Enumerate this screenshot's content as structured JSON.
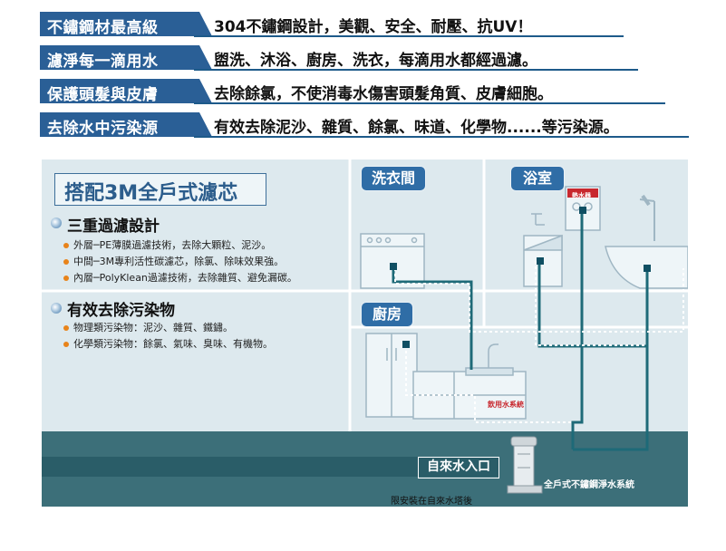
{
  "features": [
    {
      "tag": "不鏽鋼材最高級",
      "text": "304不鏽鋼設計，美觀、安全、耐壓、抗UV！"
    },
    {
      "tag": "濾淨每一滴用水",
      "text": "盥洗、沐浴、廚房、洗衣，每滴用水都經過濾。"
    },
    {
      "tag": "保護頭髮與皮膚",
      "text": "去除餘氯，不使消毒水傷害頭髮角質、皮膚細胞。"
    },
    {
      "tag": "去除水中污染源",
      "text": "有效去除泥沙、雜質、餘氯、味道、化學物......等污染源。"
    }
  ],
  "diagram": {
    "title": "搭配3M全戶式濾芯",
    "sections": [
      {
        "heading": "三重過濾設計",
        "items": [
          "外層─PE薄膜過濾技術，去除大顆粒、泥沙。",
          "中間─3M專利活性碳濾芯，除氯、除味效果強。",
          "內層─PolyKlean過濾技術，去除雜質、避免漏碳。"
        ]
      },
      {
        "heading": "有效去除污染物",
        "items": [
          "物理類污染物：泥沙、雜質、鐵鏽。",
          "化學類污染物：餘氯、氣味、臭味、有機物。"
        ]
      }
    ],
    "rooms": {
      "laundry": "洗衣間",
      "bathroom": "浴室",
      "kitchen": "廚房"
    },
    "heater_label": "熱水器",
    "drinking_label": "飲用水系統",
    "inlet_label": "自來水入口",
    "system_label": "全戶式不鏽鋼淨水系統",
    "note": "限安裝在自來水塔後"
  },
  "colors": {
    "tag_blue": "#2a5f96",
    "underline": "#1d5a8a",
    "pipe": "#1e6a78",
    "panel_bg": "#dde9ee",
    "ground": "#3c6f79",
    "bullet_orange": "#e8831a"
  }
}
